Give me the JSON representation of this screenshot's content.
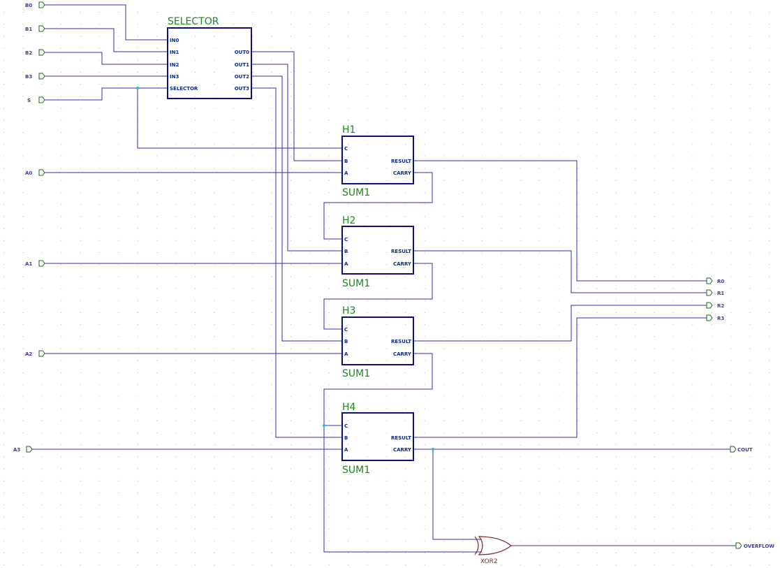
{
  "inputs": {
    "b0": "B0",
    "b1": "B1",
    "b2": "B2",
    "b3": "B3",
    "s": "S",
    "a0": "A0",
    "a1": "A1",
    "a2": "A2",
    "a3": "A3"
  },
  "outputs": {
    "r0": "R0",
    "r1": "R1",
    "r2": "R2",
    "r3": "R3",
    "cout": "COUT",
    "overflow": "OVERFLOW"
  },
  "selector": {
    "title": "SELECTOR",
    "in0": "IN0",
    "in1": "IN1",
    "in2": "IN2",
    "in3": "IN3",
    "sel": "SELECTOR",
    "out0": "OUT0",
    "out1": "OUT1",
    "out2": "OUT2",
    "out3": "OUT3"
  },
  "adders": [
    {
      "title": "H1",
      "type": "SUM1",
      "c": "C",
      "b": "B",
      "a": "A",
      "result": "RESULT",
      "carry": "CARRY"
    },
    {
      "title": "H2",
      "type": "SUM1",
      "c": "C",
      "b": "B",
      "a": "A",
      "result": "RESULT",
      "carry": "CARRY"
    },
    {
      "title": "H3",
      "type": "SUM1",
      "c": "C",
      "b": "B",
      "a": "A",
      "result": "RESULT",
      "carry": "CARRY"
    },
    {
      "title": "H4",
      "type": "SUM1",
      "c": "C",
      "b": "B",
      "a": "A",
      "result": "RESULT",
      "carry": "CARRY"
    }
  ],
  "xor_gate": {
    "label": "XOR2"
  },
  "colors": {
    "wire": "#2b2bb8",
    "component_box": "#0e0e7a",
    "component_title": "#1a8a1a",
    "junction": "#22c0d8",
    "gate": "#8a2a2a"
  }
}
